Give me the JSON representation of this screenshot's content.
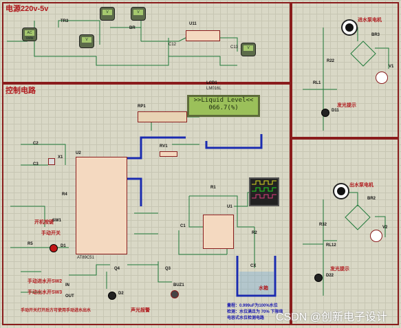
{
  "sections": {
    "power": "电源220v-5v",
    "control": "控制电路"
  },
  "power": {
    "transformer": "TR3",
    "bridge": "BR",
    "regulator": "U11",
    "cap1": "C12",
    "cap2": "C13",
    "meter_value": "AC Volts"
  },
  "lcd": {
    "line1": ">>Liquid Level<<",
    "line2": "066.7(%)",
    "ref": "LCD1",
    "part": "LM016L"
  },
  "control": {
    "mcu_ref": "U2",
    "mcu_part": "AT89C51",
    "rp1": "RP1",
    "rv1": "RV1",
    "c2": "C2",
    "c3": "C3",
    "x1": "X1",
    "r4": "R4",
    "r5": "R5",
    "d1": "D1",
    "btn_auto": "开机按键",
    "btn_manual": "手动开关",
    "sw1": "SW1",
    "sw2": "手动进水开SW2",
    "sw3": "手动出水开SW3",
    "note_left": "手动开关打开后方可使用手动进水出水",
    "q4": "Q4",
    "q3": "Q3",
    "d2": "D2",
    "buz1": "BUZ1",
    "alarm_note": "声光报警",
    "in_label": "IN",
    "out_label": "OUT"
  },
  "timer": {
    "u1": "U1",
    "r1": "R1",
    "r2": "R2",
    "c1": "C1",
    "cx": "CX",
    "tank": "水箱",
    "note1": "量程：0.999uF为100%水位",
    "note2": "检测：水位满且为 70% 下限值",
    "note3": "电容式水位检测电路"
  },
  "right_top": {
    "motor_label": "进水泵电机",
    "bridge": "BR3",
    "rl": "RL1",
    "r22": "R22",
    "v1": "V1",
    "d11": "D11",
    "led_label": "发光提示"
  },
  "right_bottom": {
    "motor_label": "出水泵电机",
    "bridge": "BR2",
    "rl": "RL12",
    "r32": "R32",
    "v2": "V2",
    "d22": "D22",
    "led_label": "发光提示"
  },
  "watermark": "CSDN @创新电子设计",
  "colors": {
    "frame": "#8a1c1c",
    "wire": "#1f7a3a",
    "bus": "#1a2bb0",
    "title": "#b0181c"
  }
}
